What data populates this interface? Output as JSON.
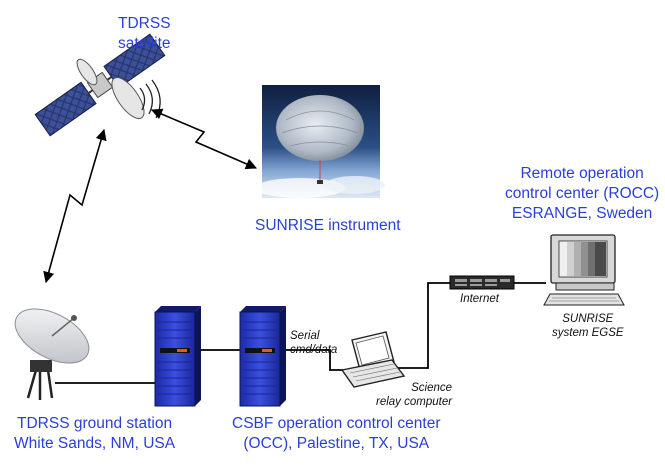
{
  "labels": {
    "satellite": [
      "TDRSS",
      "satellite"
    ],
    "instrument": "SUNRISE instrument",
    "rocc": [
      "Remote operation",
      "control center (ROCC)",
      "ESRANGE, Sweden"
    ],
    "ground_station": [
      "TDRSS ground station",
      "White Sands, NM, USA"
    ],
    "csbf": [
      "CSBF operation control center",
      "(OCC), Palestine, TX, USA"
    ]
  },
  "small_labels": {
    "serial": [
      "Serial",
      "cmd/data"
    ],
    "internet": "Internet",
    "relay": [
      "Science",
      "relay computer"
    ],
    "egse": [
      "SUNRISE",
      "system EGSE"
    ]
  },
  "colors": {
    "label_text": "#2a3fd6",
    "server_blue": "#2f3fcf",
    "link_line": "#000000"
  }
}
